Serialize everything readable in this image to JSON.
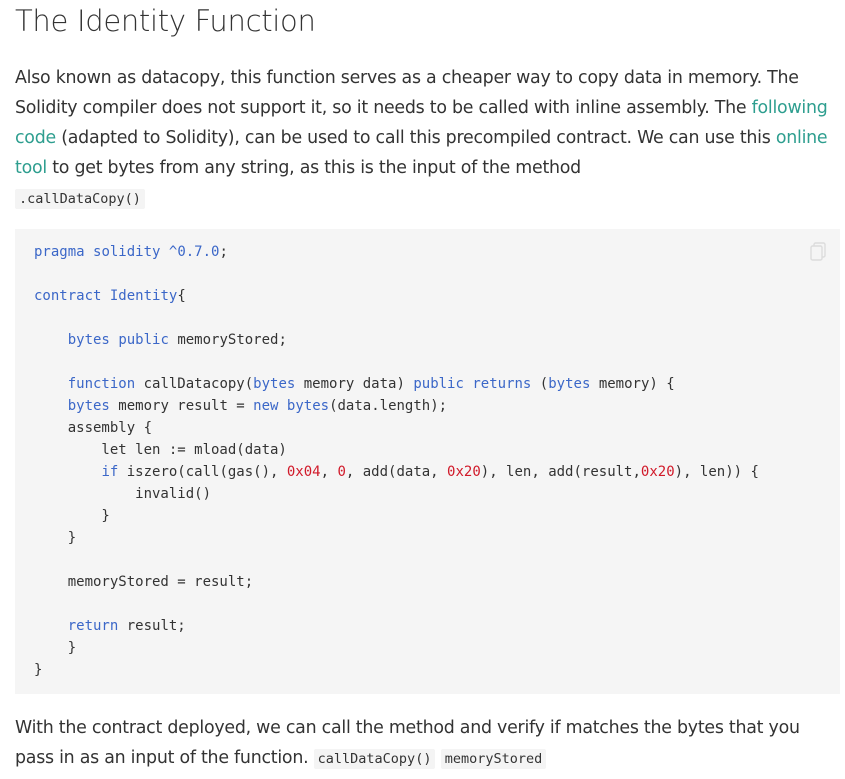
{
  "article": {
    "title": "The Identity Function",
    "para1": {
      "text_a": "Also known as datacopy, this function serves as a cheaper way to copy data in memory. The Solidity compiler does not support it, so it needs to be called with inline assembly. The ",
      "link1": "following code",
      "text_b": " (adapted to Solidity), can be used to call this precompiled contract. We can use this ",
      "link2": "online tool",
      "text_c": " to get bytes from any string, as this is the input of the method ",
      "code": ".callDataCopy()"
    },
    "code_block": {
      "lines": [
        "pragma solidity ^0.7.0;",
        "",
        "contract Identity{",
        "",
        "    bytes public memoryStored;",
        "",
        "    function callDatacopy(bytes memory data) public returns (bytes memory) {",
        "    bytes memory result = new bytes(data.length);",
        "    assembly {",
        "        let len := mload(data)",
        "        if iszero(call(gas(), 0x04, 0, add(data, 0x20), len, add(result,0x20), len)) {",
        "            invalid()",
        "        }",
        "    }",
        "",
        "    memoryStored = result;",
        "",
        "    return result;",
        "    }",
        "}"
      ],
      "copy_icon": "copy-icon"
    },
    "para2": {
      "text": "With the contract deployed, we can call the method and verify if matches the bytes that you pass in as an input of the function. ",
      "code1": "callDataCopy()",
      "code2": "memoryStored"
    }
  },
  "colors": {
    "keyword": "#3b67c8",
    "number": "#d11a2a",
    "link": "#2e9e8f",
    "code_bg": "#f5f5f5"
  }
}
